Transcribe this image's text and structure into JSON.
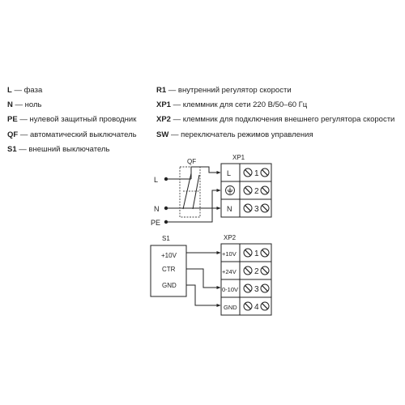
{
  "legend_left": [
    {
      "key": "L",
      "text": " — фаза"
    },
    {
      "key": "N",
      "text": " — ноль"
    },
    {
      "key": "PE",
      "text": " — нулевой защитный проводник"
    },
    {
      "key": "QF",
      "text": " — автоматический выключатель"
    },
    {
      "key": "S1",
      "text": " — внешний выключатель"
    }
  ],
  "legend_right": [
    {
      "key": "R1",
      "text": " — внутренний регулятор скорости"
    },
    {
      "key": "XP1",
      "text": " — клеммник для сети 220 В/50–60 Гц"
    },
    {
      "key": "XP2",
      "text": " — клеммник для подключения внешнего регулятора скорости"
    },
    {
      "key": "SW",
      "text": " — переключатель режимов управления"
    }
  ],
  "diagram1": {
    "qf_label": "QF",
    "xp1_label": "XP1",
    "input_labels": [
      "L",
      "N",
      "PE"
    ],
    "xp1_rows": [
      {
        "label": "L",
        "num": "1"
      },
      {
        "label": "",
        "num": "2",
        "icon": "ground-icon"
      },
      {
        "label": "N",
        "num": "3"
      }
    ]
  },
  "diagram2": {
    "s1_label": "S1",
    "xp2_label": "XP2",
    "s1_rows": [
      "+10V",
      "CTR",
      "GND"
    ],
    "xp2_rows": [
      {
        "label": "+10V",
        "num": "1"
      },
      {
        "label": "+24V",
        "num": "2"
      },
      {
        "label": "0-10V",
        "num": "3"
      },
      {
        "label": "GND",
        "num": "4"
      }
    ]
  }
}
